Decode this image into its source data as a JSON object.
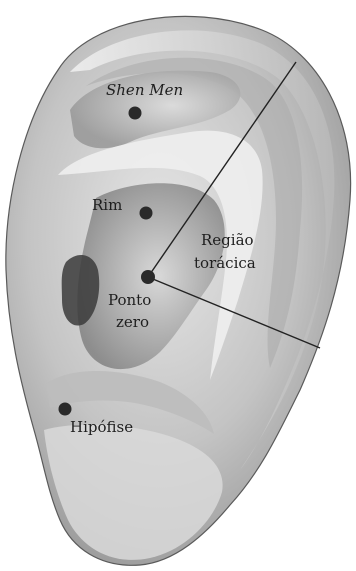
{
  "diagram": {
    "points": [
      {
        "id": "shen-men",
        "label_lines": [
          "Shen Men"
        ],
        "italic": true
      },
      {
        "id": "rim",
        "label_lines": [
          "Rim"
        ],
        "italic": false
      },
      {
        "id": "ponto-zero",
        "label_lines": [
          "Ponto",
          "zero"
        ],
        "italic": false
      },
      {
        "id": "hipofise",
        "label_lines": [
          "Hipófise"
        ],
        "italic": false
      }
    ],
    "regions": [
      {
        "id": "regiao-toracica",
        "label_lines": [
          "Região",
          "torácica"
        ]
      }
    ]
  },
  "colors": {
    "background": "#ffffff",
    "ear_base": "#cfcfcf",
    "ear_shadow": "#8e8e8e",
    "ear_highlight": "#f4f4f4",
    "point": "#2a2a2a",
    "line": "#222222"
  }
}
